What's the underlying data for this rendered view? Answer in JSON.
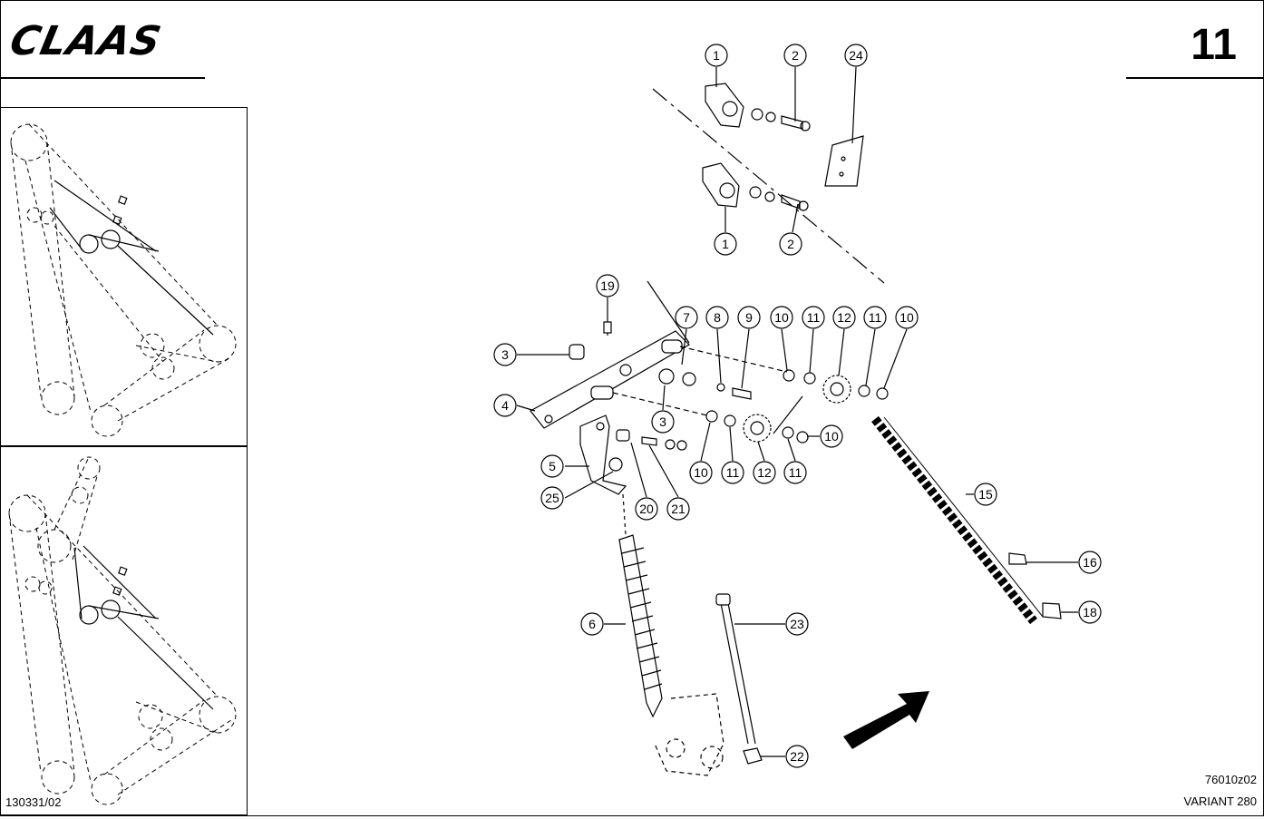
{
  "header": {
    "brand": "CLAAS",
    "page_number": "11"
  },
  "footer": {
    "drawing_ref_left": "130331/02",
    "drawing_ref_right": "76010z02",
    "model": "VARIANT 280"
  },
  "callouts": [
    "1",
    "2",
    "24",
    "1",
    "2",
    "19",
    "3",
    "4",
    "7",
    "8",
    "9",
    "10",
    "11",
    "12",
    "11",
    "10",
    "3",
    "10",
    "11",
    "12",
    "11",
    "10",
    "5",
    "25",
    "20",
    "21",
    "15",
    "16",
    "18",
    "6",
    "23",
    "22"
  ]
}
